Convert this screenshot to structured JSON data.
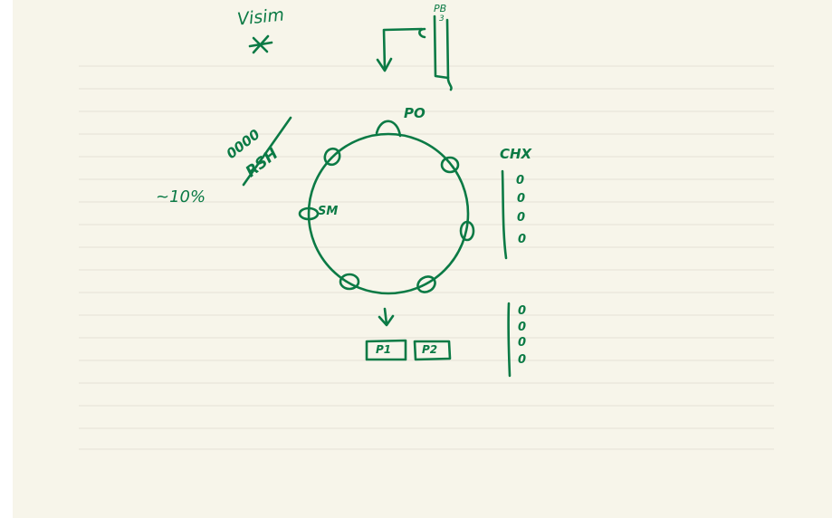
{
  "notes": {
    "vision": "Visim",
    "pb_top": "PB",
    "pb_sub": "3",
    "po": "PO",
    "rsh": "RSH",
    "rsh_dots": "0000",
    "percent": "~10%",
    "sm": "SM",
    "chx": "CHX",
    "chx_dots": [
      "0",
      "0",
      "0",
      "0"
    ],
    "lower_dots": [
      "0",
      "0",
      "0",
      "0"
    ],
    "box1": "P1",
    "box2": "P2"
  },
  "colors": {
    "ink": "#0b7a45",
    "paper": "#f7f5ea",
    "rule": "#e4e1d6"
  }
}
